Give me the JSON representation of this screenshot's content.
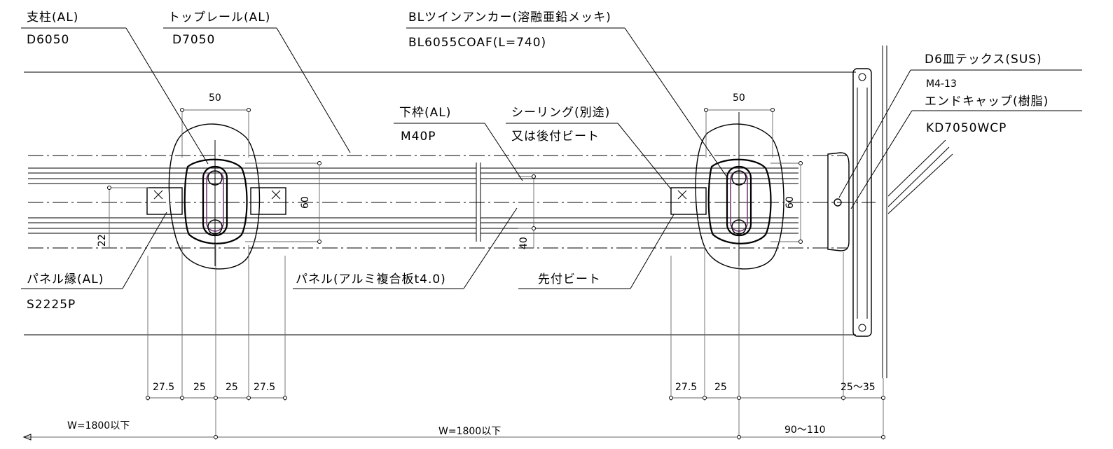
{
  "labels": {
    "post_name": "支柱(AL)",
    "post_code": "D6050",
    "toprail_name": "トップレール(AL)",
    "toprail_code": "D7050",
    "anchor_name": "BLツインアンカー(溶融亜鉛メッキ)",
    "anchor_code": "BL6055COAF(L=740)",
    "screw_name": "D6皿テックス(SUS)",
    "screw_code": "M4-13",
    "endcap_name": "エンドキャップ(樹脂)",
    "endcap_code": "KD7050WCP",
    "lowerframe_name": "下枠(AL)",
    "lowerframe_code": "M40P",
    "sealing_name": "シーリング(別途)",
    "sealing_alt": "又は後付ビート",
    "panel_edge_name": "パネル縁(AL)",
    "panel_edge_code": "S2225P",
    "panel_name": "パネル(アルミ複合板t4.0)",
    "bead_name": "先付ビート"
  },
  "dimensions": {
    "post_width_left": "50",
    "post_width_right": "50",
    "height_60_left": "60",
    "height_60_right": "60",
    "height_22": "22",
    "height_40": "40",
    "bottom_left": [
      "27.5",
      "25",
      "25",
      "27.5"
    ],
    "bottom_right": [
      "27.5",
      "25"
    ],
    "end_gap": "25〜35",
    "span_left": "W=1800以下",
    "span_mid": "W=1800以下",
    "end_offset": "90〜110"
  }
}
